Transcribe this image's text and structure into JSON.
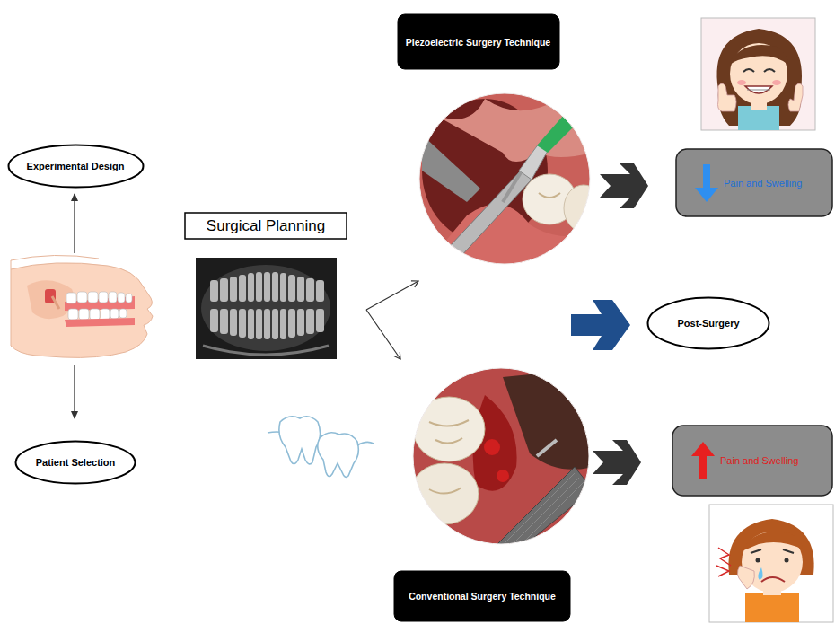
{
  "diagram": {
    "nodes": [
      {
        "text": [
          "Experimental Design"
        ]
      },
      {
        "text": [
          "Patient Selection"
        ]
      },
      {
        "text": [
          "Surgical Planning"
        ]
      },
      {
        "text": [
          "Piezoelectric Surgery Technique"
        ]
      },
      {
        "text": [
          "Pain and Swelling"
        ]
      },
      {
        "text": [
          "Post-Surgery"
        ]
      },
      {
        "text": [
          "Pain and Swelling"
        ]
      },
      {
        "text": [
          "Conventional Surgery Technique"
        ]
      }
    ]
  }
}
